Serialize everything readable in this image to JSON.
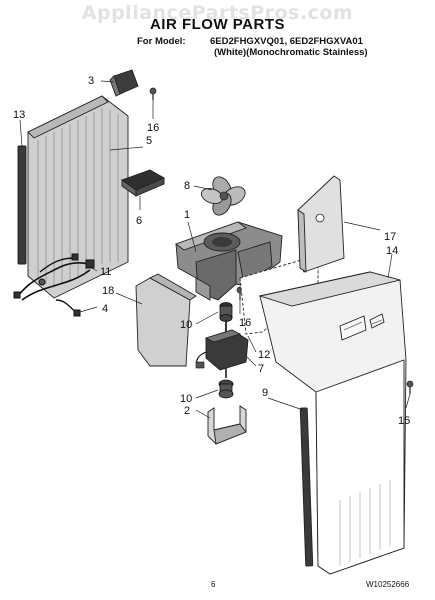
{
  "header": {
    "watermark": "AppliancePartsPros.com",
    "title": "AIR FLOW PARTS",
    "model_label": "For Model:",
    "model_numbers": "6ED2FHGXVQ01, 6ED2FHGXVA01",
    "variants": "(White)(Monochromatic Stainless)"
  },
  "callouts": [
    "1",
    "2",
    "3",
    "4",
    "5",
    "6",
    "7",
    "8",
    "9",
    "10",
    "10",
    "11",
    "12",
    "13",
    "14",
    "15",
    "16",
    "16",
    "17",
    "18"
  ],
  "footer": {
    "page_number": "6",
    "document_code": "W10252666"
  }
}
